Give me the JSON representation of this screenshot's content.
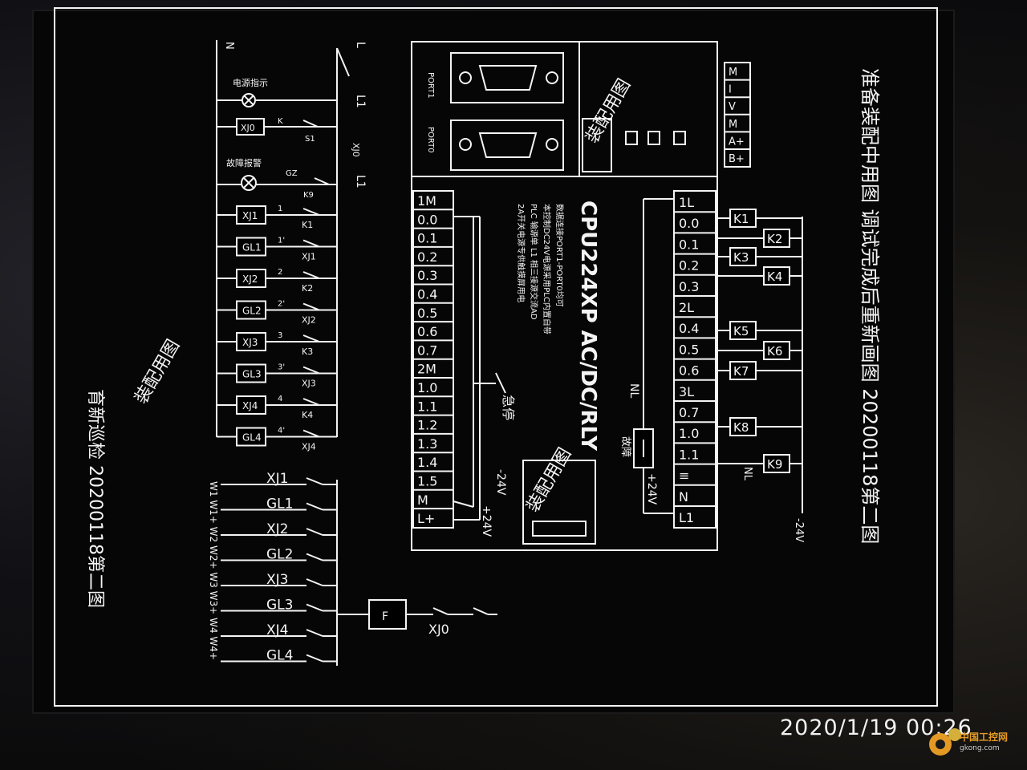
{
  "photo": {
    "timestamp": "2020/1/19  00:26",
    "watermark": {
      "site_top": "中国工控网",
      "site_sub": "gkong.com"
    }
  },
  "diagram": {
    "titles": {
      "right": "准备装配中用图 调试完成后重新画图 20200118第二图",
      "left": "育新巡检 20200118第二图",
      "left_inner": "装配用图",
      "plc_top": "装配用图",
      "plc_bottom": "装配用图"
    },
    "plc": {
      "model": "CPU224XP AC/DC/RLY",
      "port1": "PORT1",
      "port0": "PORT0",
      "notes": [
        "数据连接PORT1-PORT0均可",
        "本控制DC24V电源采用PLC内置自带",
        "PLC 输源单 L1  相三接源交流AD",
        "2A开关电源专供触摸屏用电"
      ],
      "analog": [
        "M",
        "I",
        "V",
        "M",
        "A+",
        "B+"
      ],
      "left_terms": [
        "1M",
        "0.0",
        "0.1",
        "0.2",
        "0.3",
        "0.4",
        "0.5",
        "0.6",
        "0.7",
        "2M",
        "1.0",
        "1.1",
        "1.2",
        "1.3",
        "1.4",
        "1.5",
        "M",
        "L+"
      ],
      "right_terms": [
        "1L",
        "0.0",
        "0.1",
        "0.2",
        "0.3",
        "2L",
        "0.4",
        "0.5",
        "0.6",
        "3L",
        "0.7",
        "1.0",
        "1.1",
        "≡",
        "N",
        "L1"
      ],
      "estop": "急停",
      "minus24": "-24V",
      "plus24": "+24V",
      "fault": "故障",
      "nl": "NL"
    },
    "coils": [
      "K1",
      "K2",
      "K3",
      "K4",
      "K5",
      "K6",
      "K7",
      "K8",
      "K9"
    ],
    "coil_nl": "NL",
    "coil_minus24": "-24V",
    "ladder": {
      "n": "N",
      "l": "L",
      "l1a": "L1",
      "l1b": "L1",
      "power_lamp": "电源指示",
      "fault_alarm": "故障报警",
      "xj0": "XJ0",
      "k": "K",
      "s1": "S1",
      "xj0_contact": "XJ0",
      "gz": "GZ",
      "k9": "K9",
      "rows": [
        {
          "box": "XJ1",
          "wire": "1",
          "contact": "K1"
        },
        {
          "box": "GL1",
          "wire": "1'",
          "contact": "XJ1"
        },
        {
          "box": "XJ2",
          "wire": "2",
          "contact": "K2"
        },
        {
          "box": "GL2",
          "wire": "2'",
          "contact": "XJ2"
        },
        {
          "box": "XJ3",
          "wire": "3",
          "contact": "K3"
        },
        {
          "box": "GL3",
          "wire": "3'",
          "contact": "XJ3"
        },
        {
          "box": "XJ4",
          "wire": "4",
          "contact": "K4"
        },
        {
          "box": "GL4",
          "wire": "4'",
          "contact": "XJ4"
        }
      ]
    },
    "bottom": {
      "contacts": [
        "XJ1",
        "GL1",
        "XJ2",
        "GL2",
        "XJ3",
        "GL3",
        "XJ4",
        "GL4"
      ],
      "wires": "W1 W1+ W2 W2+ W3 W3+ W4 W4+",
      "f_box": "F",
      "xj0": "XJ0"
    }
  }
}
